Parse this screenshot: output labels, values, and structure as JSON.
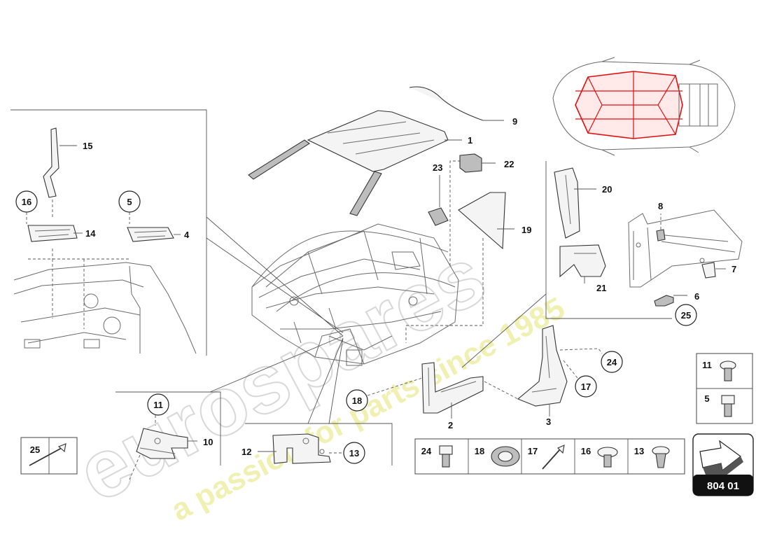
{
  "diagram": {
    "labels": {
      "p1": "1",
      "p2": "2",
      "p3": "3",
      "p4": "4",
      "p6": "6",
      "p7": "7",
      "p8": "8",
      "p9": "9",
      "p10": "10",
      "p12": "12",
      "p14": "14",
      "p15": "15",
      "p19": "19",
      "p20": "20",
      "p21": "21",
      "p22": "22",
      "p23": "23"
    },
    "circled": {
      "c5": "5",
      "c11": "11",
      "c13": "13",
      "c16": "16",
      "c17": "17",
      "c18": "18",
      "c24": "24",
      "c25": "25"
    },
    "fasteners_right": [
      "11",
      "5"
    ],
    "fasteners_bottom": [
      "24",
      "18",
      "17",
      "16",
      "13"
    ],
    "rivet_box": "25",
    "catalog_ref": "804 01",
    "watermark": {
      "brand": "eurospares",
      "tagline": "a passion for parts since 1985"
    },
    "colors": {
      "highlight": "#e01010",
      "line": "#555555",
      "ref_badge": "#111111"
    }
  }
}
